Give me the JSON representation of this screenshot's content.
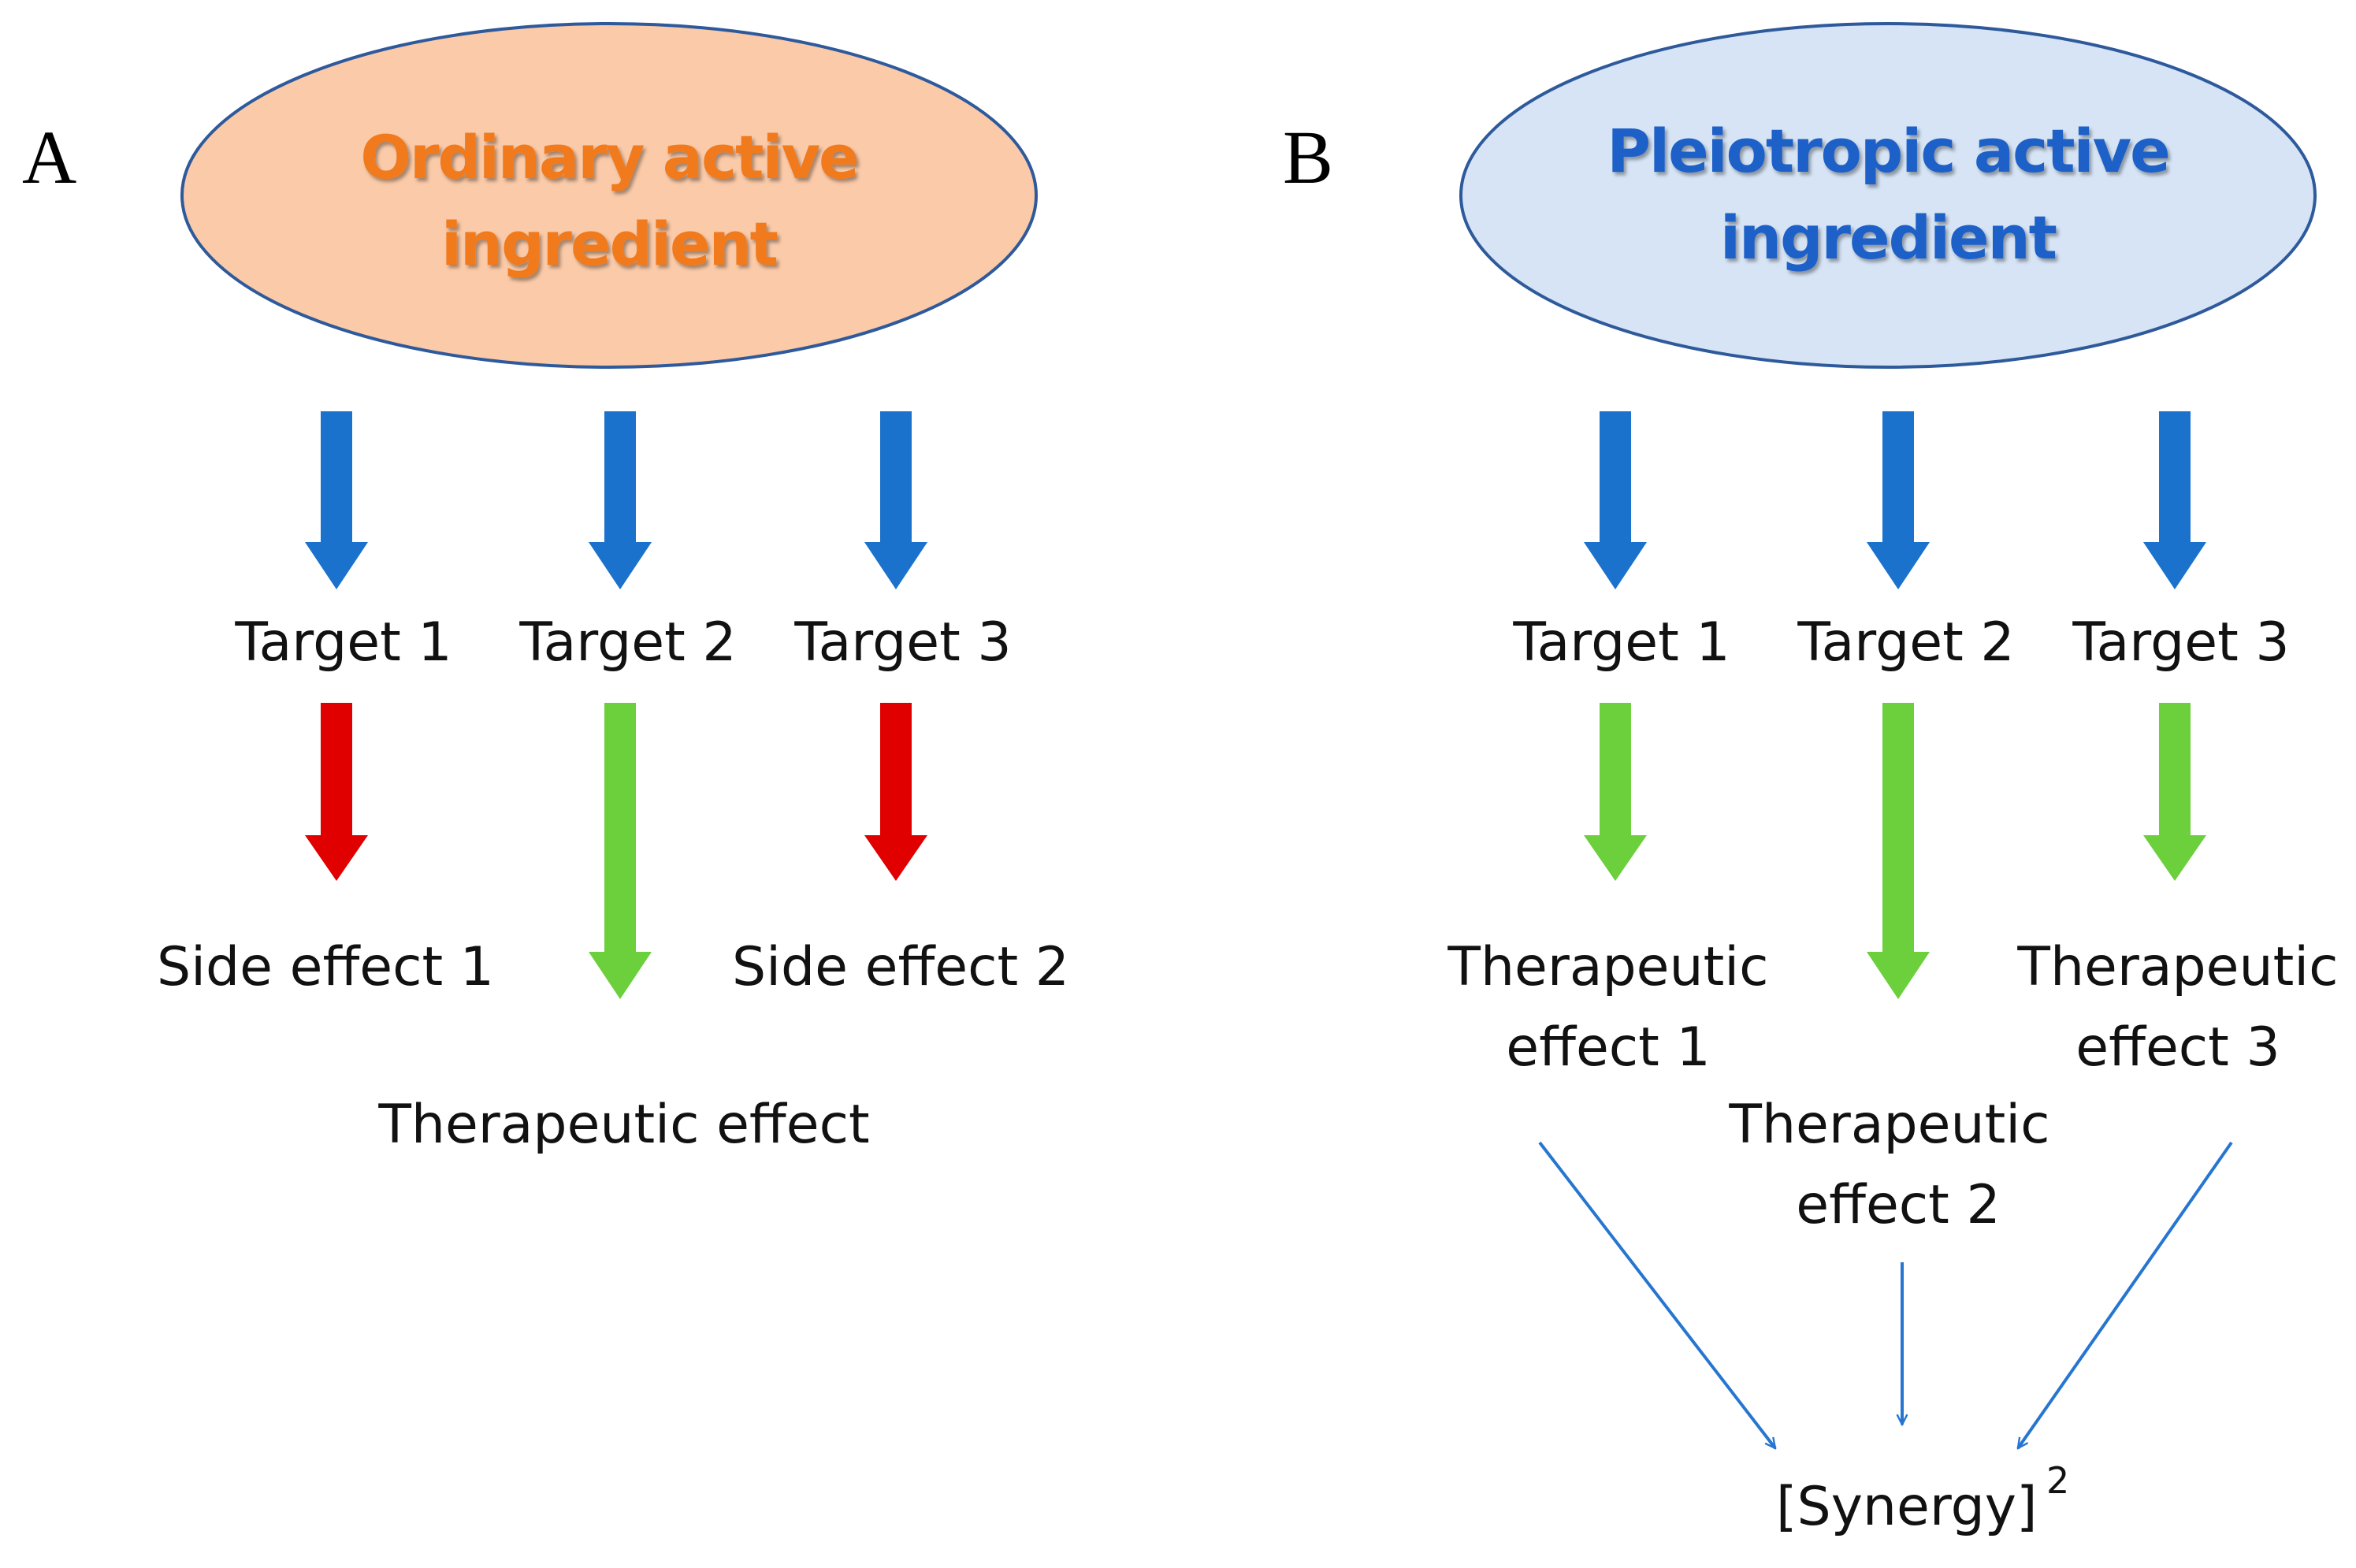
{
  "panel_a": {
    "letter": "A",
    "ellipse": {
      "line1": "Ordinary active",
      "line2": "ingredient"
    },
    "targets": [
      "Target 1",
      "Target 2",
      "Target 3"
    ],
    "effects": {
      "side_effect_1": "Side effect 1",
      "side_effect_2": "Side effect 2",
      "therapeutic_effect": "Therapeutic effect"
    }
  },
  "panel_b": {
    "letter": "B",
    "ellipse": {
      "line1": "Pleiotropic active",
      "line2": "ingredient"
    },
    "targets": [
      "Target 1",
      "Target 2",
      "Target 3"
    ],
    "effects": [
      {
        "line1": "Therapeutic",
        "line2": "effect 1"
      },
      {
        "line1": "Therapeutic",
        "line2": "effect 2"
      },
      {
        "line1": "Therapeutic",
        "line2": "effect 3"
      }
    ],
    "result": {
      "text": "[Synergy]",
      "superscript": "2"
    }
  },
  "colors": {
    "orange_fill": "#fbcaa8",
    "orange_text": "#f07a1a",
    "blue_fill": "#d6e4f5",
    "blue_text": "#1e60c8",
    "ellipse_stroke": "#2e5a9c",
    "arrow_blue": "#1a72cc",
    "arrow_red": "#e00000",
    "arrow_green": "#6ccf3c",
    "thin_arrow": "#2676d0"
  }
}
